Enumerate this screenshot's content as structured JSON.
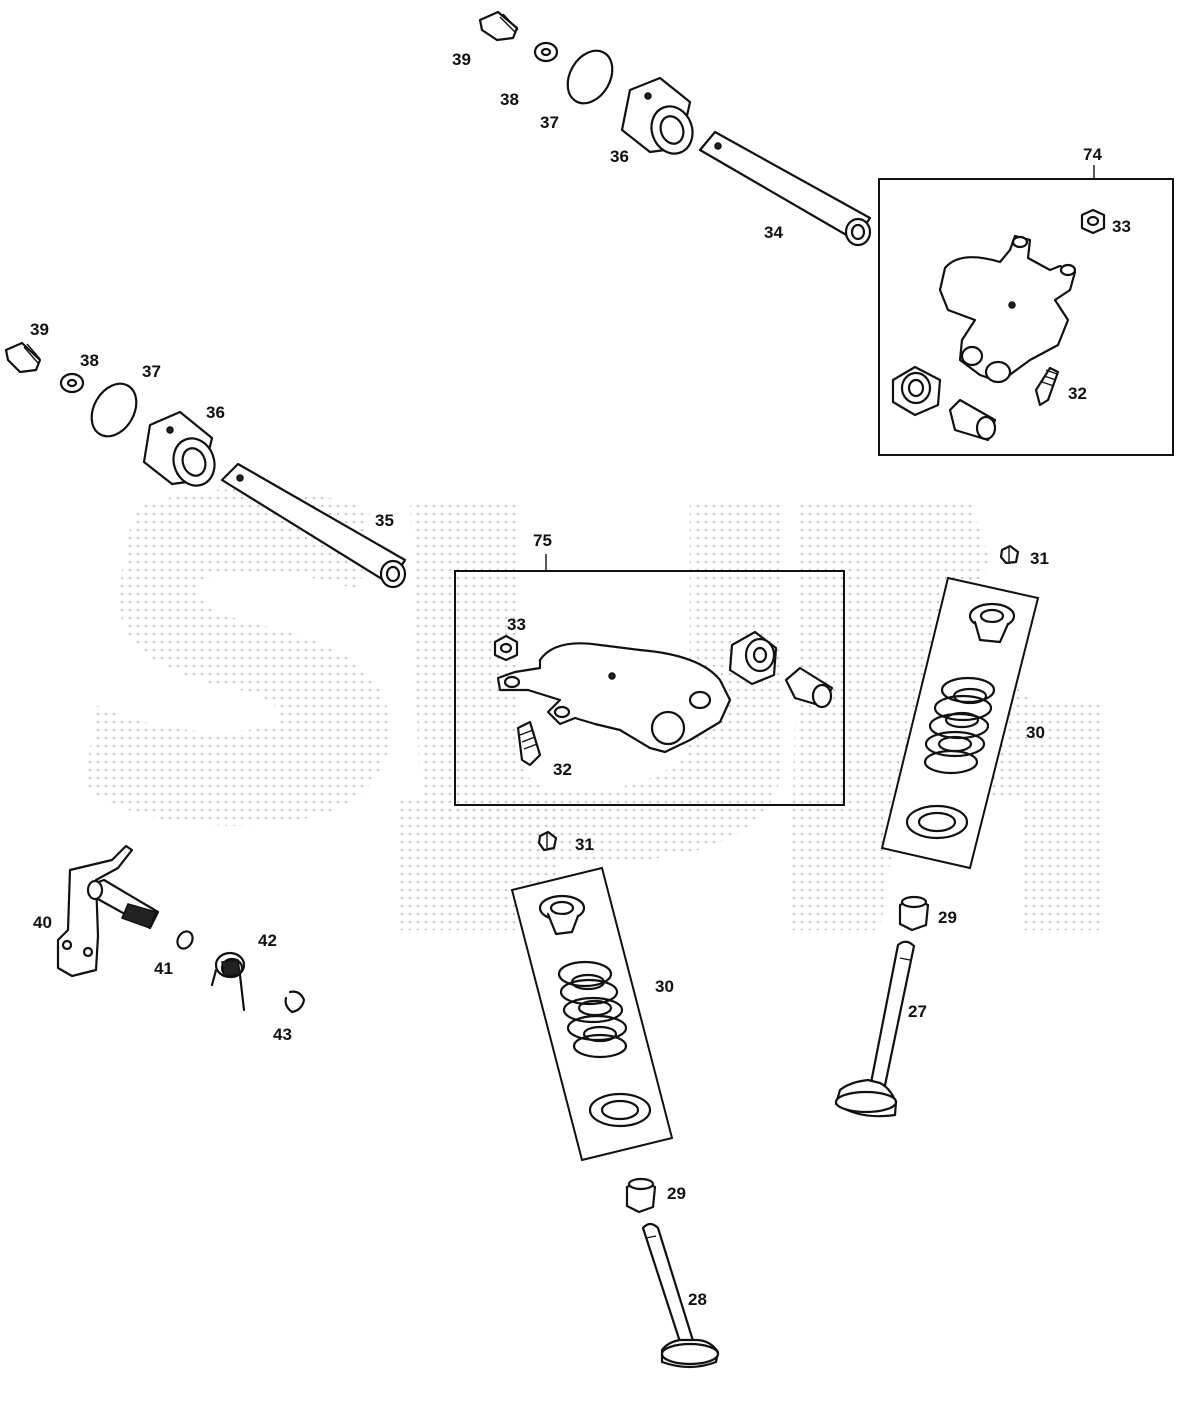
{
  "callouts": {
    "c39a": "39",
    "c38a": "38",
    "c37a": "37",
    "c36a": "36",
    "c34": "34",
    "c74": "74",
    "c33a": "33",
    "c32a": "32",
    "c39b": "39",
    "c38b": "38",
    "c37b": "37",
    "c36b": "36",
    "c35": "35",
    "c75": "75",
    "c33b": "33",
    "c32b": "32",
    "c31a": "31",
    "c30a": "30",
    "c29a": "29",
    "c27": "27",
    "c31b": "31",
    "c30b": "30",
    "c29b": "29",
    "c28": "28",
    "c40": "40",
    "c41": "41",
    "c42": "42",
    "c43": "43"
  },
  "watermark": {
    "dot_color": "#cfcfcf"
  }
}
